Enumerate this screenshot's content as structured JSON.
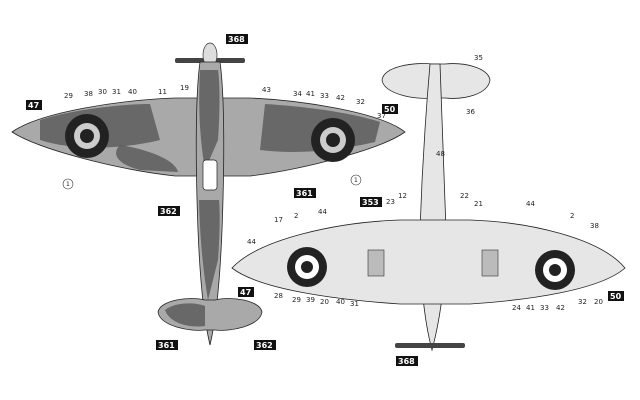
{
  "callouts": {
    "top_view": [
      "368",
      "29",
      "38",
      "30",
      "31",
      "40",
      "11",
      "19",
      "43",
      "34",
      "41",
      "33",
      "42",
      "32",
      "50",
      "37",
      "47",
      "361",
      "362",
      "1",
      "1",
      "361",
      "362"
    ],
    "circled": [
      "1",
      "1"
    ],
    "right_labels": [
      "35",
      "36",
      "44",
      "38",
      "44",
      "2",
      "50",
      "17",
      "2",
      "44",
      "24",
      "41",
      "33",
      "42",
      "32",
      "20",
      "21",
      "22",
      "12",
      "23",
      "48",
      "353",
      "28",
      "29",
      "39",
      "20",
      "40",
      "31",
      "368",
      "47"
    ]
  },
  "black_tags": [
    "368",
    "47",
    "50",
    "361",
    "362",
    "361",
    "362",
    "353",
    "50",
    "368",
    "47"
  ],
  "colors": {
    "camo_dark": "#5d5d5d",
    "camo_light": "#a9a9a9",
    "underside": "#e6e6e6",
    "roundel_dark": "#222222"
  }
}
